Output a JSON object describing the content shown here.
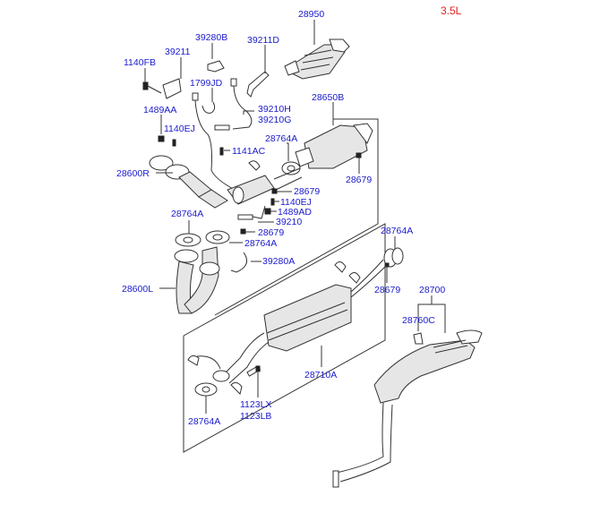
{
  "diagram": {
    "engine_tag": "3.5L",
    "colors": {
      "label": "#1a1acc",
      "engine_tag": "#e02020",
      "line": "#333333"
    },
    "labels": {
      "p28950": "28950",
      "p39280B": "39280B",
      "p39211D": "39211D",
      "p39211": "39211",
      "p1140FB": "1140FB",
      "p1799JD": "1799JD",
      "p28650B": "28650B",
      "p1489AA": "1489AA",
      "p39210H": "39210H",
      "p39210G": "39210G",
      "p1140EJ_top": "1140EJ",
      "p28764A_1": "28764A",
      "p1141AC": "1141AC",
      "p28600R": "28600R",
      "p28679_1": "28679",
      "p28679_2": "28679",
      "p1140EJ_mid": "1140EJ",
      "p1489AD": "1489AD",
      "p39210": "39210",
      "p28764A_2": "28764A",
      "p28679_3": "28679",
      "p28764A_3": "28764A",
      "p39280A": "39280A",
      "p28600L": "28600L",
      "p28764A_4": "28764A",
      "p28679_4": "28679",
      "p28700": "28700",
      "p28760C": "28760C",
      "p28710A": "28710A",
      "p1123LX": "1123LX",
      "p1123LB": "1123LB",
      "p28764A_5": "28764A"
    }
  }
}
